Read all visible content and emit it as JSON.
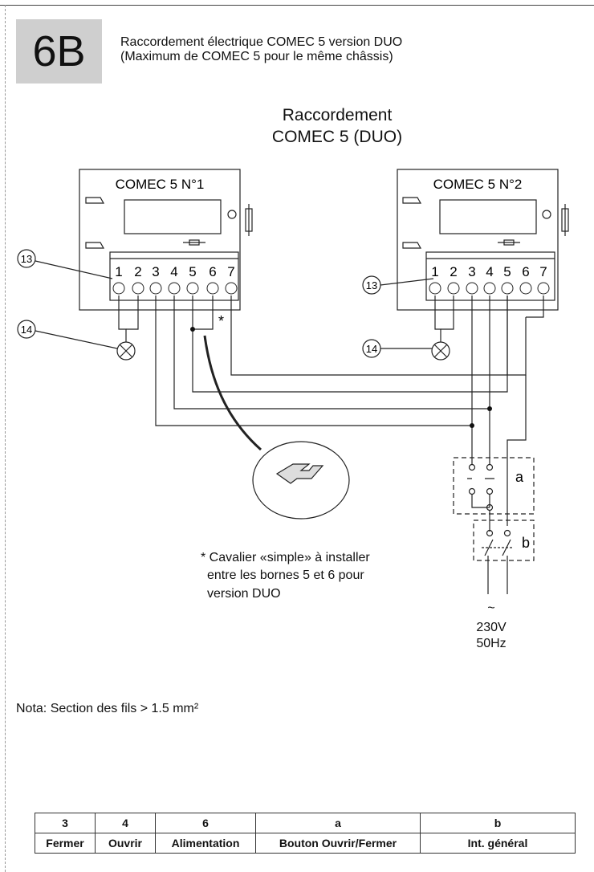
{
  "badge": "6B",
  "header": {
    "line1": "Raccordement électrique COMEC 5 version DUO",
    "line2": "(Maximum de COMEC 5 pour le même châssis)"
  },
  "diagram_title": {
    "line1": "Raccordement",
    "line2": "COMEC 5 (DUO)"
  },
  "units": [
    {
      "title": "COMEC 5 N°1",
      "terminals": [
        "1",
        "2",
        "3",
        "4",
        "5",
        "6",
        "7"
      ]
    },
    {
      "title": "COMEC 5 N°2",
      "terminals": [
        "1",
        "2",
        "3",
        "4",
        "5",
        "6",
        "7"
      ]
    }
  ],
  "callouts": {
    "ref13": "13",
    "ref14": "14",
    "star": "*"
  },
  "switch_labels": {
    "a": "a",
    "b": "b"
  },
  "note": {
    "line1": "* Cavalier «simple» à installer",
    "line2": "entre les bornes 5 et 6 pour",
    "line3": "version DUO"
  },
  "supply": {
    "symbol": "~",
    "voltage": "230V",
    "frequency": "50Hz"
  },
  "nota": "Nota: Section des fils > 1.5 mm²",
  "legend": {
    "keys": [
      "3",
      "4",
      "6",
      "a",
      "b"
    ],
    "labels": [
      "Fermer",
      "Ouvrir",
      "Alimentation",
      "Bouton Ouvrir/Fermer",
      "Int. général"
    ]
  }
}
